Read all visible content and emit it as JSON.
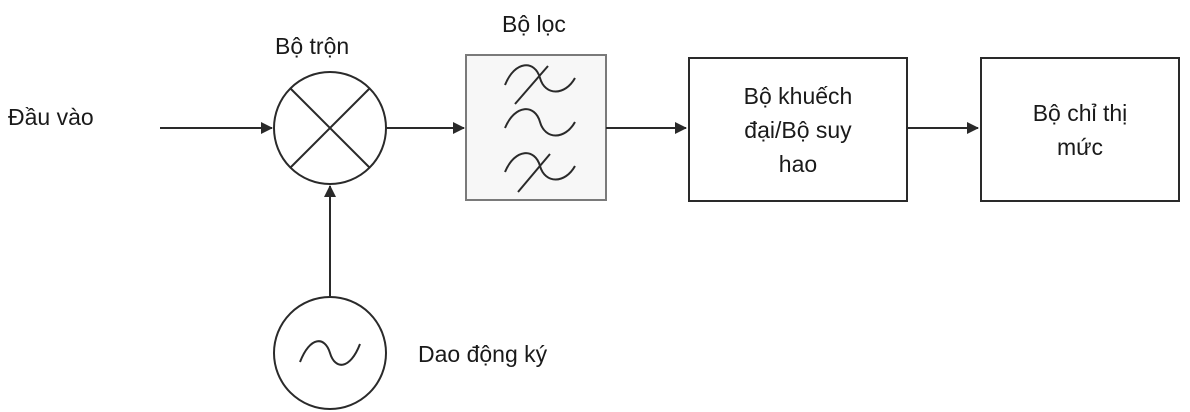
{
  "labels": {
    "input": "Đầu vào",
    "mixer": "Bộ trộn",
    "filter": "Bộ lọc",
    "oscillator": "Dao động ký"
  },
  "blocks": {
    "amplifier": "Bộ khuếch\nđại/Bộ suy\nhao",
    "level_indicator": "Bộ chỉ thị\nmức"
  },
  "colors": {
    "line": "#2a2a2a",
    "filter_border": "#7a7a7a"
  },
  "icons": {
    "mixer": "mixer-cross-icon",
    "filter": "filter-waves-icon",
    "oscillator": "sine-wave-icon"
  }
}
